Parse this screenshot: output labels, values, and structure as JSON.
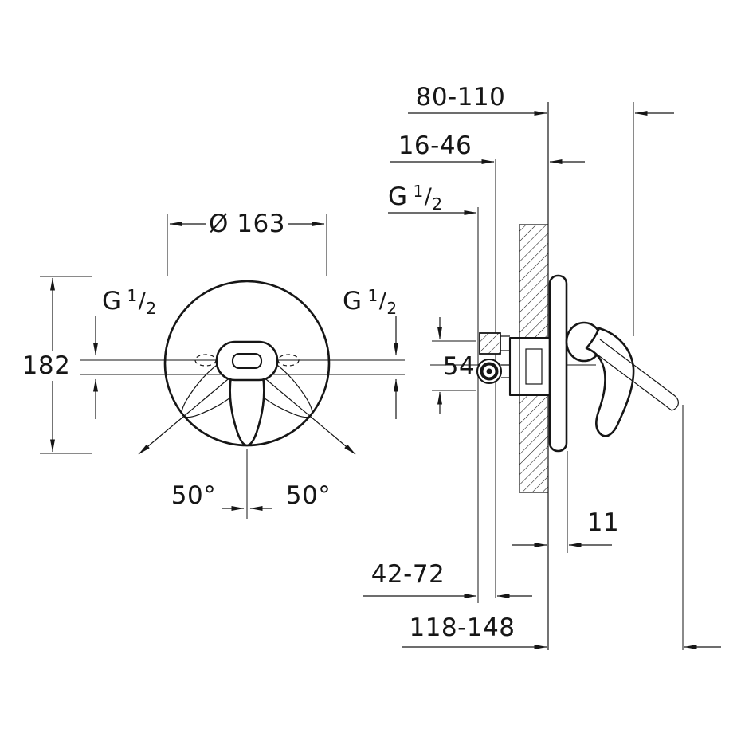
{
  "drawing": {
    "front_view": {
      "diameter": "Ø 163",
      "height": "182",
      "angle_left": "50°",
      "angle_right": "50°",
      "thread_left": {
        "prefix": "G",
        "numerator": "1",
        "slash": "/",
        "denominator": "2"
      },
      "thread_right": {
        "prefix": "G",
        "numerator": "1",
        "slash": "/",
        "denominator": "2"
      }
    },
    "side_view": {
      "install_depth_range": "80-110",
      "upper_depth_range": "16-46",
      "thread": {
        "prefix": "G",
        "numerator": "1",
        "slash": "/",
        "denominator": "2"
      },
      "center_offset": "54",
      "plate_clearance": "11",
      "lower_depth_range": "42-72",
      "overall_range": "118-148"
    }
  }
}
